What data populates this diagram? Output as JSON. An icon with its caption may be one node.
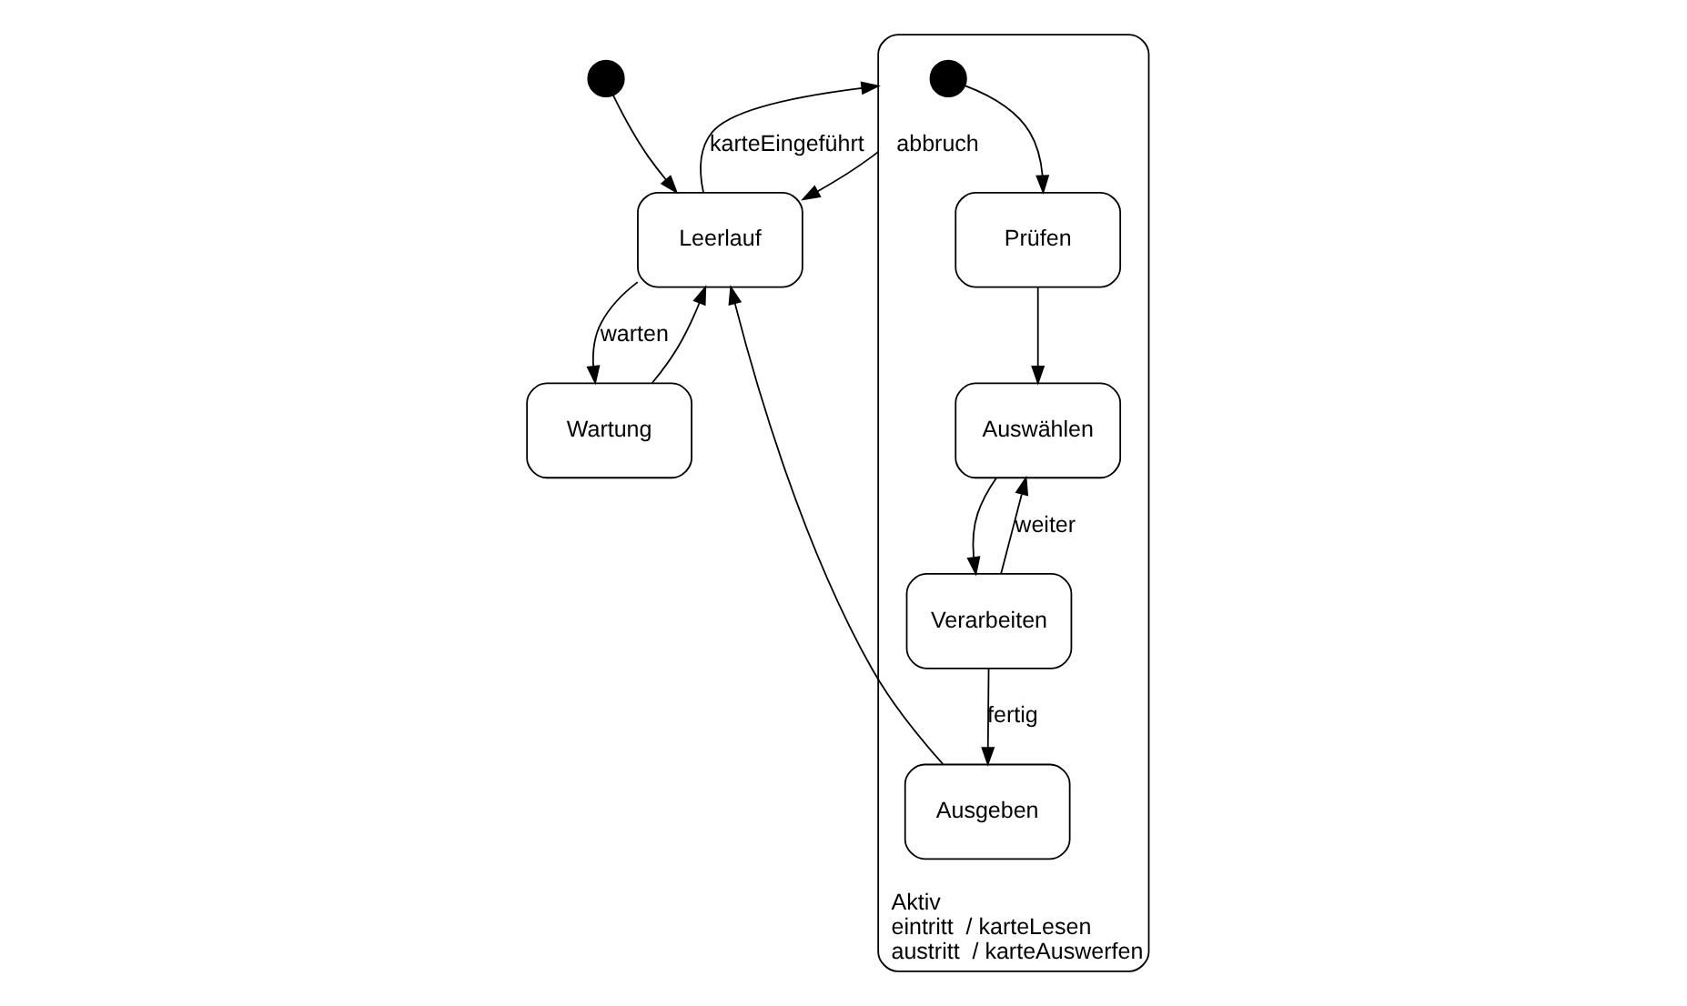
{
  "diagram": {
    "nodes": [
      {
        "text": [],
        "shape": "circle"
      },
      {
        "text": [
          "Leerlauf"
        ]
      },
      {
        "text": [
          "Wartung"
        ]
      },
      {
        "text": [
          "Aktiv",
          "eintritt  / karteLesen",
          "austritt  / karteAuswerfen"
        ]
      },
      {
        "text": [],
        "shape": "circle",
        "in": 3
      },
      {
        "text": [
          "Prüfen"
        ],
        "in": 3
      },
      {
        "text": [
          "Auswählen"
        ],
        "in": 3
      },
      {
        "text": [
          "Verarbeiten"
        ],
        "in": 3
      },
      {
        "text": [
          "Ausgeben"
        ],
        "in": 3
      }
    ],
    "edges": [
      {
        "from": 0,
        "to": 1,
        "arrow": "to"
      },
      {
        "from": 1,
        "to": 3,
        "arrow": "to",
        "label": "karteEingeführt"
      },
      {
        "from": 3,
        "to": 1,
        "arrow": "to",
        "label": "abbruch"
      },
      {
        "from": 1,
        "to": 2,
        "arrow": "to",
        "label": "warten"
      },
      {
        "from": 2,
        "to": 1,
        "arrow": "to"
      },
      {
        "from": 4,
        "to": 5,
        "arrow": "to"
      },
      {
        "from": 5,
        "to": 6,
        "arrow": "to"
      },
      {
        "from": 6,
        "to": 7,
        "arrow": "to"
      },
      {
        "from": 7,
        "to": 6,
        "arrow": "to",
        "label": "weiter"
      },
      {
        "from": 7,
        "to": 8,
        "arrow": "to",
        "label": "fertig"
      },
      {
        "from": 8,
        "to": 1,
        "arrow": "to"
      }
    ]
  }
}
